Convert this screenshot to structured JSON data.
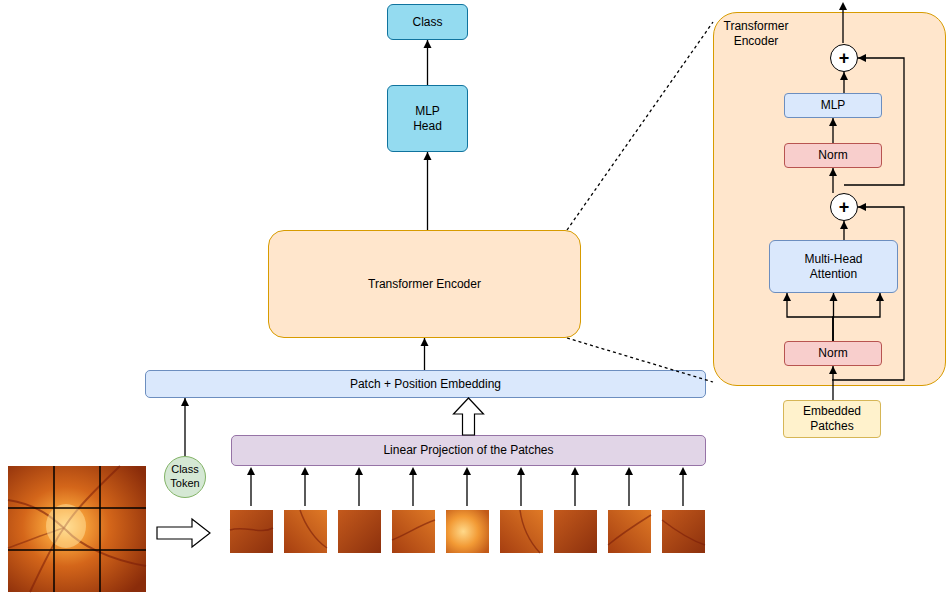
{
  "diagram": {
    "nodes": [
      {
        "text": [
          "Class"
        ]
      },
      {
        "text": [
          "MLP Head"
        ]
      },
      {
        "text": [
          "Transformer Encoder"
        ]
      },
      {
        "text": [
          "Patch + Position Embedding"
        ]
      },
      {
        "text": [
          "Linear Projection of the Patches"
        ]
      },
      {
        "text": [
          "Class Token"
        ]
      },
      {
        "text": [
          "Transformer Encoder"
        ]
      },
      {
        "text": [
          "+"
        ],
        "in": 6
      },
      {
        "text": [
          "MLP"
        ],
        "in": 6
      },
      {
        "text": [
          "Norm"
        ],
        "in": 6
      },
      {
        "text": [
          "+"
        ],
        "in": 6
      },
      {
        "text": [
          "Multi-Head Attention"
        ],
        "in": 6
      },
      {
        "text": [
          "Norm"
        ],
        "in": 6
      },
      {
        "text": [
          "Embedded Patches"
        ]
      }
    ],
    "edges": [
      {
        "from": 1,
        "to": 0,
        "arrow": "to"
      },
      {
        "from": 2,
        "to": 1,
        "arrow": "to"
      },
      {
        "from": 3,
        "to": 2,
        "arrow": "to"
      },
      {
        "from": 4,
        "to": 3,
        "arrow": "to"
      },
      {
        "from": 5,
        "to": 3,
        "arrow": "to"
      },
      {
        "from": 2,
        "to": 6,
        "arrow": "none"
      },
      {
        "from": 2,
        "to": 6,
        "arrow": "none"
      },
      {
        "from": 13,
        "to": 12,
        "arrow": "to"
      },
      {
        "from": 12,
        "to": 11,
        "arrow": "to"
      },
      {
        "from": 13,
        "to": 10,
        "arrow": "to"
      },
      {
        "from": 11,
        "to": 10,
        "arrow": "to"
      },
      {
        "from": 10,
        "to": 9,
        "arrow": "to"
      },
      {
        "from": 10,
        "to": 7,
        "arrow": "to"
      },
      {
        "from": 9,
        "to": 8,
        "arrow": "to"
      },
      {
        "from": 8,
        "to": 7,
        "arrow": "to"
      }
    ]
  }
}
